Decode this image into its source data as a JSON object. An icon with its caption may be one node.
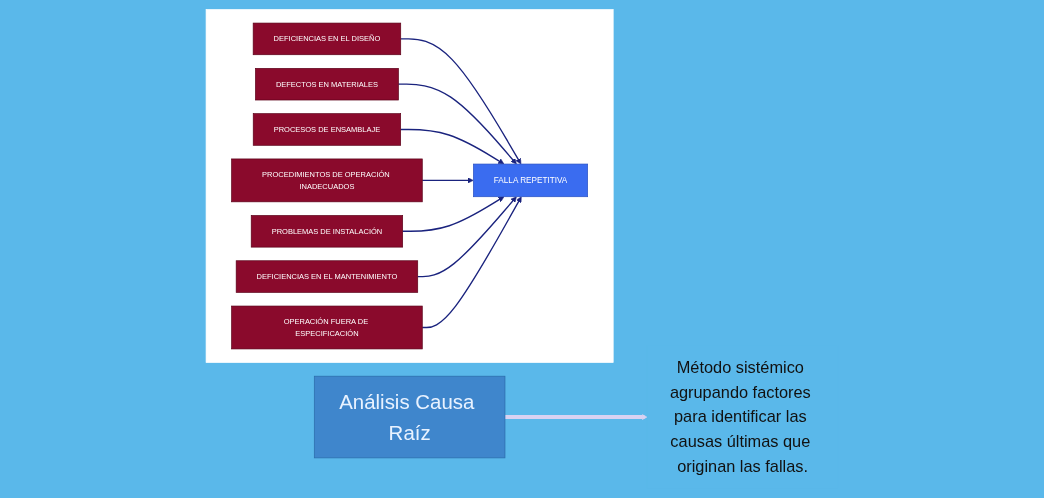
{
  "diagram": {
    "nodes": [
      {
        "text": [
          "Análisis Causa Raíz"
        ]
      },
      {
        "text": [
          "Método sistémico agrupando factores para identificar las causas últimas que originan las fallas."
        ]
      },
      {
        "text": [],
        "shape": "box"
      },
      {
        "text": [
          "DEFICIENCIAS EN EL DISEÑO"
        ],
        "in": 2
      },
      {
        "text": [
          "DEFECTOS EN MATERIALES"
        ],
        "in": 2
      },
      {
        "text": [
          "PROCESOS DE ENSAMBLAJE"
        ],
        "in": 2
      },
      {
        "text": [
          "PROCEDIMIENTOS DE OPERACIÓN INADECUADOS"
        ],
        "in": 2
      },
      {
        "text": [
          "FALLA REPETITIVA"
        ],
        "in": 2
      },
      {
        "text": [
          "PROBLEMAS DE INSTALACIÓN"
        ],
        "in": 2
      },
      {
        "text": [
          "DEFICIENCIAS EN EL MANTENIMIENTO"
        ],
        "in": 2
      },
      {
        "text": [
          "OPERACIÓN FUERA DE ESPECIFICACIÓN"
        ],
        "in": 2
      }
    ],
    "edges": [
      {
        "from": 0,
        "to": 1,
        "arrow": "to",
        "style": "thick",
        "color": "#d8d2f2"
      },
      {
        "from": 3,
        "to": 7,
        "arrow": "to"
      },
      {
        "from": 4,
        "to": 7,
        "arrow": "to"
      },
      {
        "from": 5,
        "to": 7,
        "arrow": "to"
      },
      {
        "from": 6,
        "to": 7,
        "arrow": "to"
      },
      {
        "from": 8,
        "to": 7,
        "arrow": "to"
      },
      {
        "from": 9,
        "to": 7,
        "arrow": "to"
      },
      {
        "from": 10,
        "to": 7,
        "arrow": "to"
      }
    ]
  }
}
